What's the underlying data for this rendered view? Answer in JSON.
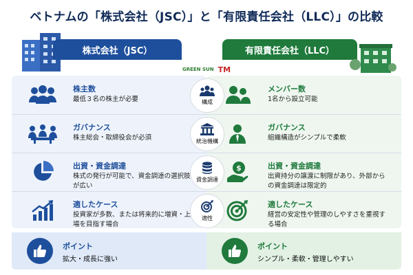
{
  "title": "ベトナムの「株式会社（JSC）」と「有限責任会社（LLC）」の比較",
  "colors": {
    "jsc": "#1e4f9c",
    "llc": "#1f7a3c"
  },
  "logo": {
    "green_sun": "GREEN SUN",
    "tm": "TM"
  },
  "headers": {
    "jsc": "株式会社（JSC）",
    "llc": "有限責任会社（LLC）"
  },
  "rows": [
    {
      "center_label": "構成",
      "center_icon": "people-icon",
      "jsc": {
        "icon": "shareholders-icon",
        "heading": "株主数",
        "text": "最低３名の株主が必要"
      },
      "llc": {
        "icon": "members-icon",
        "heading": "メンバー数",
        "text": "1名から設立可能"
      }
    },
    {
      "center_label": "統治機構",
      "center_icon": "institution-icon",
      "jsc": {
        "icon": "meeting-icon",
        "heading": "ガバナンス",
        "text": "株主総会・取締役会が必須"
      },
      "llc": {
        "icon": "manager-icon",
        "heading": "ガバナンス",
        "text": "組織構造がシンプルで柔軟"
      }
    },
    {
      "center_label": "資金調達",
      "center_icon": "coins-icon",
      "jsc": {
        "icon": "pie-chart-icon",
        "heading": "出資・資金調達",
        "text": "株式の発行が可能で、資金調達の選択肢が広い"
      },
      "llc": {
        "icon": "money-hand-icon",
        "heading": "出資・資金調達",
        "text": "出資持分の譲渡に制限があり、外部からの資金調達は限定的"
      }
    },
    {
      "center_label": "適性",
      "center_icon": "target-icon",
      "jsc": {
        "icon": "growth-chart-icon",
        "heading": "適したケース",
        "text": "投資家が多数、または将来的に増資・上場を目指す場合"
      },
      "llc": {
        "icon": "target-icon",
        "heading": "適したケース",
        "text": "経営の安定性や管理のしやすさを重視する場合"
      }
    }
  ],
  "points": {
    "jsc": {
      "heading": "ポイント",
      "text": "拡大・成長に強い"
    },
    "llc": {
      "heading": "ポイント",
      "text": "シンプル・柔軟・管理しやすい"
    }
  }
}
